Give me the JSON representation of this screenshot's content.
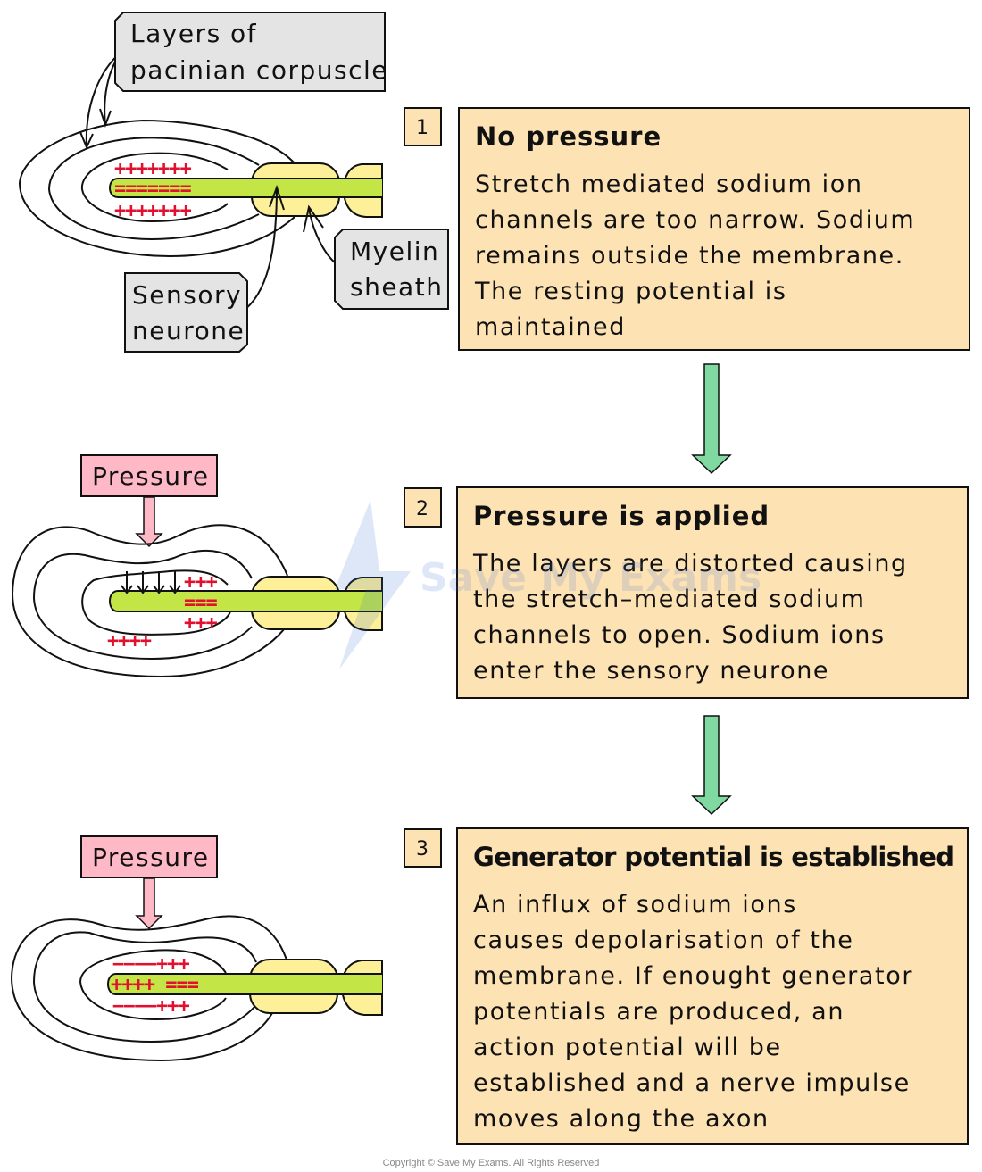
{
  "labels": {
    "layers": [
      "Layers of",
      "pacinian corpuscle"
    ],
    "sensory_neurone": [
      "Sensory",
      "neurone"
    ],
    "myelin_sheath": [
      "Myelin",
      "sheath"
    ],
    "pressure_1": "Pressure",
    "pressure_2": "Pressure"
  },
  "charges": {
    "d1_top": "+++++++",
    "d1_mid": "=======",
    "d1_bot": "+++++++",
    "d2_top": "+++",
    "d2_mid": "===",
    "d2_bot": "+++",
    "d2_outer": "++++",
    "d3_top": "−−−−+++",
    "d3_mid": "++++ ===",
    "d3_bot": "−−−−+++"
  },
  "steps": [
    {
      "number": "1",
      "title": "No pressure",
      "lines": [
        "Stretch mediated sodium ion",
        "channels are too narrow. Sodium",
        "remains outside the membrane.",
        "The resting potential is",
        "maintained"
      ]
    },
    {
      "number": "2",
      "title": "Pressure is applied",
      "lines": [
        "The layers are distorted causing",
        "the stretch–mediated sodium",
        "channels to open. Sodium ions",
        "enter the sensory neurone"
      ]
    },
    {
      "number": "3",
      "title": "Generator potential is established",
      "lines": [
        "An influx of sodium ions",
        "causes depolarisation of the",
        "membrane. If enought generator",
        "potentials are produced, an",
        "action potential will be",
        "established and a nerve impulse",
        "moves along the axon"
      ]
    }
  ],
  "watermark": "Save My Exams",
  "copyright": "Copyright © Save My Exams. All Rights Reserved",
  "colors": {
    "step_box": "#fde3b4",
    "label_box": "#e4e4e4",
    "pressure_box": "#ffb8c6",
    "neurone": "#c3e646",
    "myelin": "#fdf098",
    "flow_arrow": "#7fd9a0",
    "charge": "#e0102e"
  }
}
